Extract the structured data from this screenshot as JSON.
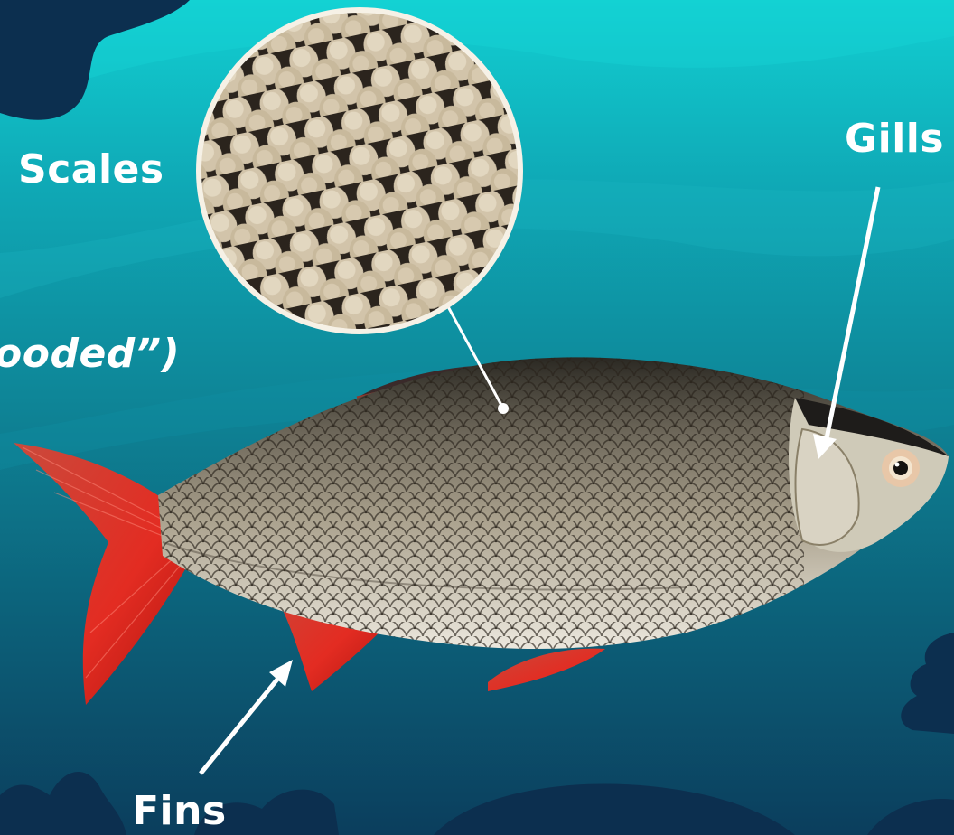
{
  "labels": {
    "scales": "Scales",
    "gills": "Gills",
    "fins": "Fins",
    "cropped_text": "ooded”)"
  },
  "colors": {
    "background_top": "#12cfd2",
    "background_bottom": "#0b3e5d",
    "silhouette": "#0c2f4f",
    "fin_red": "#e0332a",
    "label_text": "#ffffff"
  },
  "icons": {
    "fish": "fish-photo",
    "scale_closeup": "scale-magnifier",
    "arrows": "pointer-arrow"
  }
}
